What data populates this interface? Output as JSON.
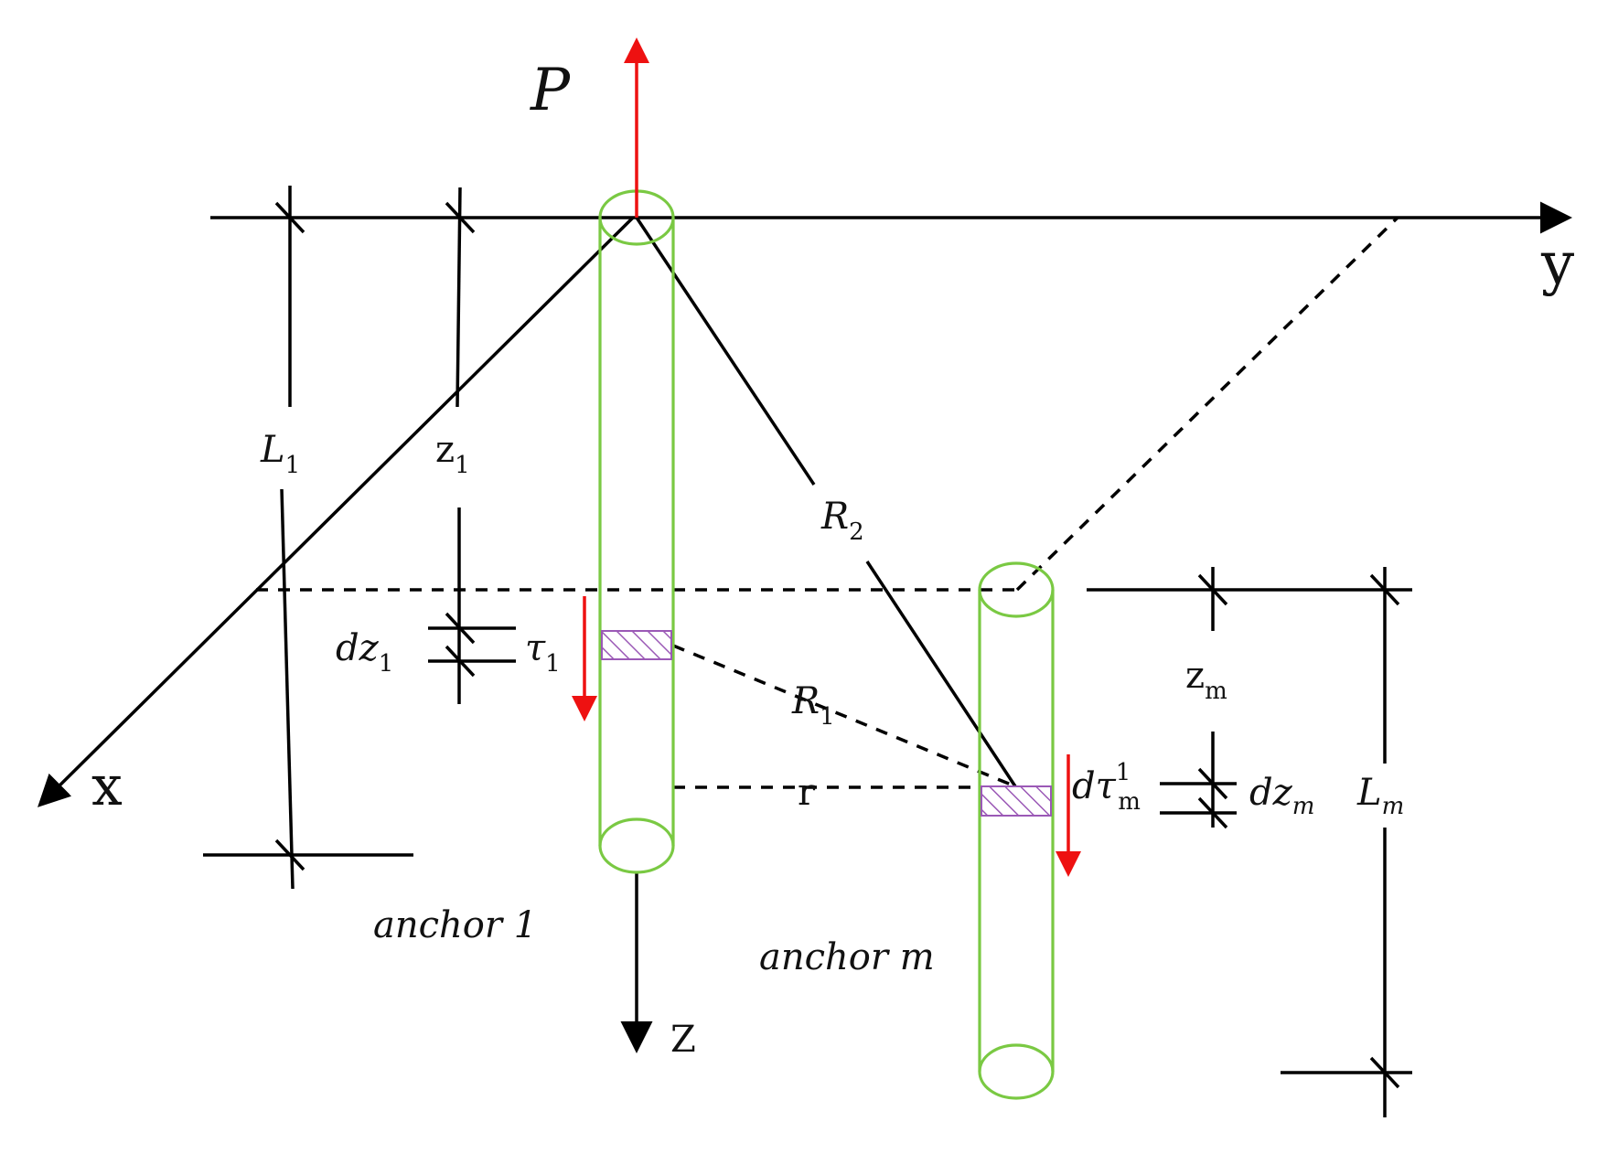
{
  "labels": {
    "load": "P",
    "axis_x": "x",
    "axis_y": "y",
    "axis_z": "Z",
    "L1_main": "L",
    "L1_sub": "1",
    "z1_main": "z",
    "z1_sub": "1",
    "R2_main": "R",
    "R2_sub": "2",
    "R1_main": "R",
    "R1_sub": "1",
    "dz1_main": "dz",
    "dz1_sub": "1",
    "tau1_main": "τ",
    "tau1_sub": "1",
    "r": "r",
    "zm_main": "z",
    "zm_sub": "m",
    "dtau_main": "dτ",
    "dtau_sup": "1",
    "dtau_sub": "m",
    "dzm_main": "dz",
    "dzm_sub": "m",
    "Lm_main": "L",
    "Lm_sub": "m",
    "anchor1": "anchor 1",
    "anchorm": "anchor m"
  },
  "colors": {
    "anchor": "#7ac943",
    "force": "#ee1111",
    "element_hatch": "#9b59b6",
    "lines": "#000000"
  }
}
